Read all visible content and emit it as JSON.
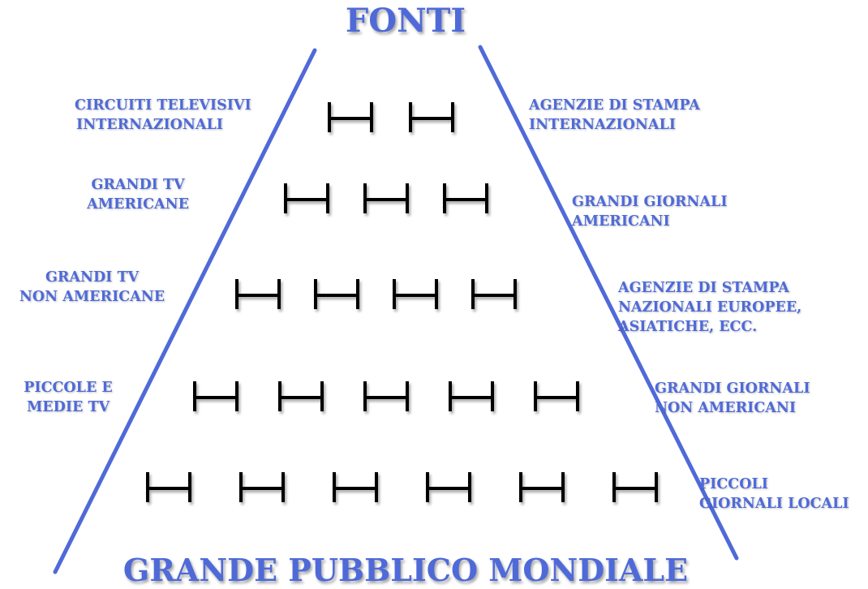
{
  "title_top": "FONTI",
  "title_bottom": "GRANDE PUBBLICO MONDIALE",
  "colors": {
    "accent": "#4f6ad8",
    "glyph": "#000000"
  },
  "left_labels": [
    "CIRCUITI TELEVISIVI\nINTERNAZIONALI",
    "GRANDI TV\nAMERICANE",
    "GRANDI TV\nNON AMERICANE",
    "PICCOLE E\nMEDIE TV"
  ],
  "right_labels": [
    "AGENZIE DI STAMPA\nINTERNAZIONALI",
    "GRANDI GIORNALI\nAMERICANI",
    "AGENZIE DI STAMPA\nNAZIONALI EUROPEE,\nASIATICHE, ECC.",
    "GRANDI GIORNALI\nNON AMERICANI",
    "PICCOLI\nGIORNALI LOCALI"
  ],
  "tier_icon_counts": [
    2,
    3,
    4,
    5,
    6
  ],
  "icon_name": "bracket-h-icon"
}
